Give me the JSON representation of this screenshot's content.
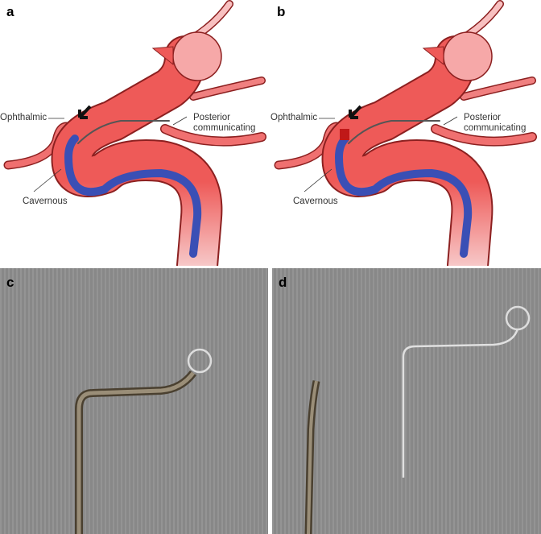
{
  "panels": [
    {
      "label": "a",
      "labels": {
        "ophthalmic": "Ophthalmic",
        "posterior": "Posterior communicating",
        "cavernous": "Cavernous"
      }
    },
    {
      "label": "b",
      "labels": {
        "ophthalmic": "Ophthalmic",
        "posterior": "Posterior communicating",
        "cavernous": "Cavernous"
      }
    },
    {
      "label": "c"
    },
    {
      "label": "d"
    }
  ],
  "colors": {
    "artery": "#ee5a58",
    "outline": "#8c2020",
    "catheter": "#3a4fb5",
    "photo_bg": "#8e8e8e"
  }
}
